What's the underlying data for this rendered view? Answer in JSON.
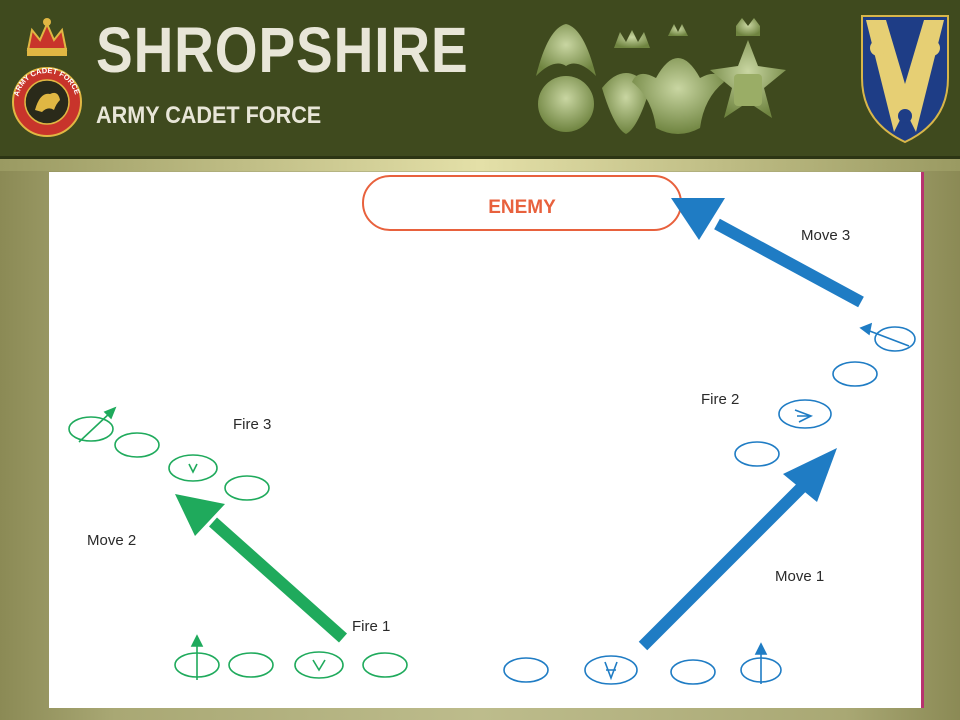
{
  "header": {
    "title": "SHROPSHIRE",
    "subtitle": "ARMY CADET FORCE",
    "logo_text": "ARMY CADET FORCE",
    "shield_letter": "W"
  },
  "diagram": {
    "enemy_label": "ENEMY",
    "labels": {
      "move1": "Move 1",
      "move2": "Move 2",
      "move3": "Move 3",
      "fire1": "Fire 1",
      "fire2": "Fire 2",
      "fire3": "Fire 3"
    },
    "colors": {
      "green": "#1faa5c",
      "blue": "#1f7cc4",
      "enemy": "#e8613d",
      "header": "#3f4a1e"
    }
  }
}
